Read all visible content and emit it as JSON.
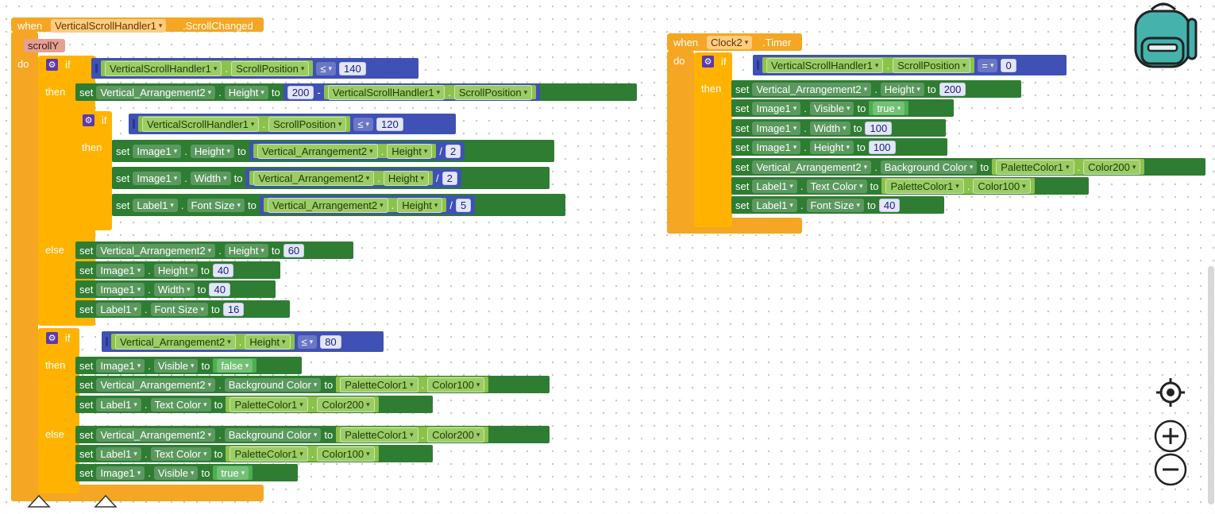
{
  "event1": {
    "when": "when",
    "component": "VerticalScrollHandler1",
    "event": ".ScrollChanged",
    "param": "scrollY",
    "do": "do"
  },
  "event2": {
    "when": "when",
    "component": "Clock2",
    "event": ".Timer",
    "do": "do"
  },
  "kw": {
    "if": "if",
    "then": "then",
    "else": "else",
    "set": "set",
    "to": "to",
    "dot": ".",
    "lte": "≤",
    "eq": "=",
    "minus": "-",
    "div": "/"
  },
  "names": {
    "vsh": "VerticalScrollHandler1",
    "scrollpos": "ScrollPosition",
    "va2": "Vertical_Arrangement2",
    "height": "Height",
    "width": "Width",
    "visible": "Visible",
    "image1": "Image1",
    "label1": "Label1",
    "fontsize": "Font Size",
    "textcolor": "Text Color",
    "bgcolor": "Background Color",
    "palette": "PaletteColor1",
    "c100": "Color100",
    "c200": "Color200",
    "true": "true",
    "false": "false"
  },
  "nums": {
    "n140": "140",
    "n200": "200",
    "n120": "120",
    "n2": "2",
    "n5": "5",
    "n60": "60",
    "n40": "40",
    "n16": "16",
    "n80": "80",
    "n0": "0",
    "n100": "100"
  },
  "icons": {
    "backpack": "backpack-icon",
    "target": "target-icon",
    "zoomin": "zoom-in-icon",
    "zoomout": "zoom-out-icon"
  }
}
